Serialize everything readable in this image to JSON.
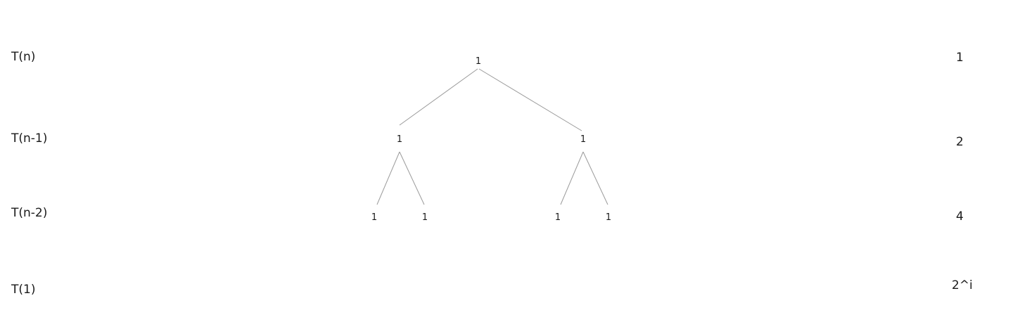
{
  "levels": [
    {
      "label": "T(n)",
      "count": "1"
    },
    {
      "label": "T(n-1)",
      "count": "2"
    },
    {
      "label": "T(n-2)",
      "count": "4"
    },
    {
      "label": "T(1)",
      "count": "2^i"
    }
  ],
  "tree": {
    "nodes": [
      "1",
      "1",
      "1",
      "1",
      "1",
      "1",
      "1"
    ],
    "edge_color": "#9a9a9a"
  }
}
